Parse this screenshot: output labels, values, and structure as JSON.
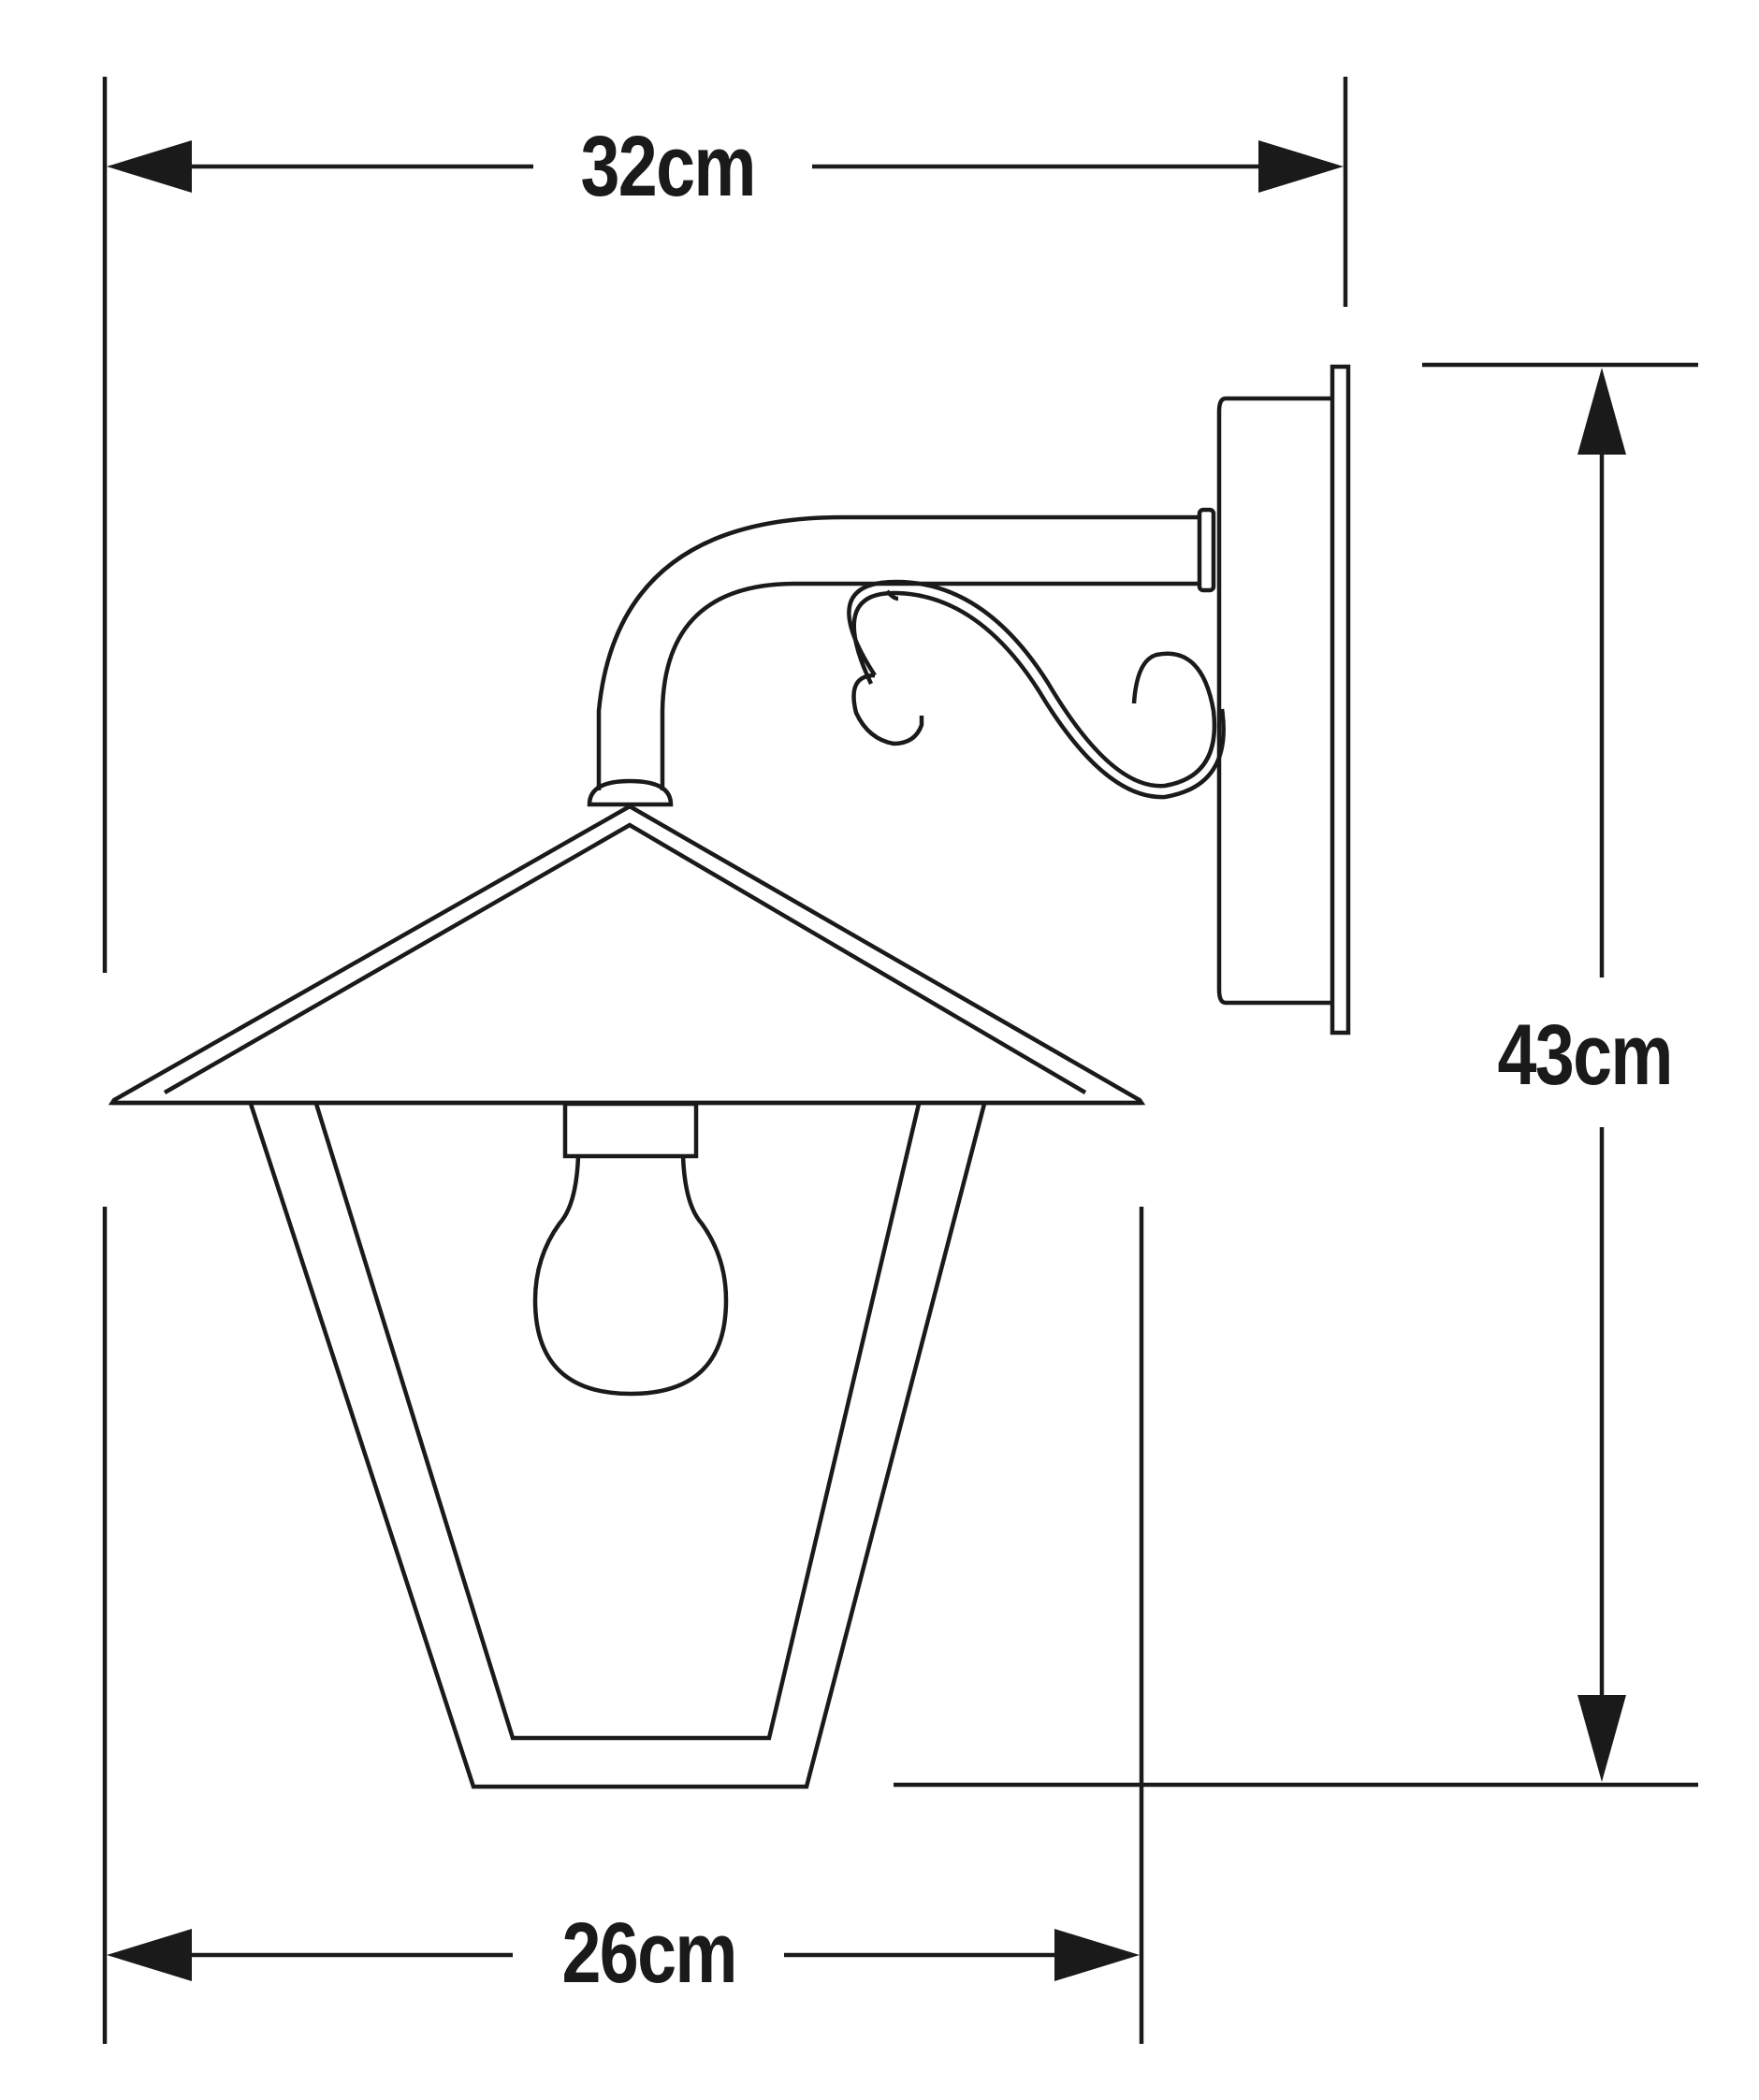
{
  "dimensions": {
    "overall_width": "32cm",
    "height": "43cm",
    "lantern_width": "26cm"
  },
  "colors": {
    "line": "#1a1a1a",
    "background": "#ffffff"
  }
}
